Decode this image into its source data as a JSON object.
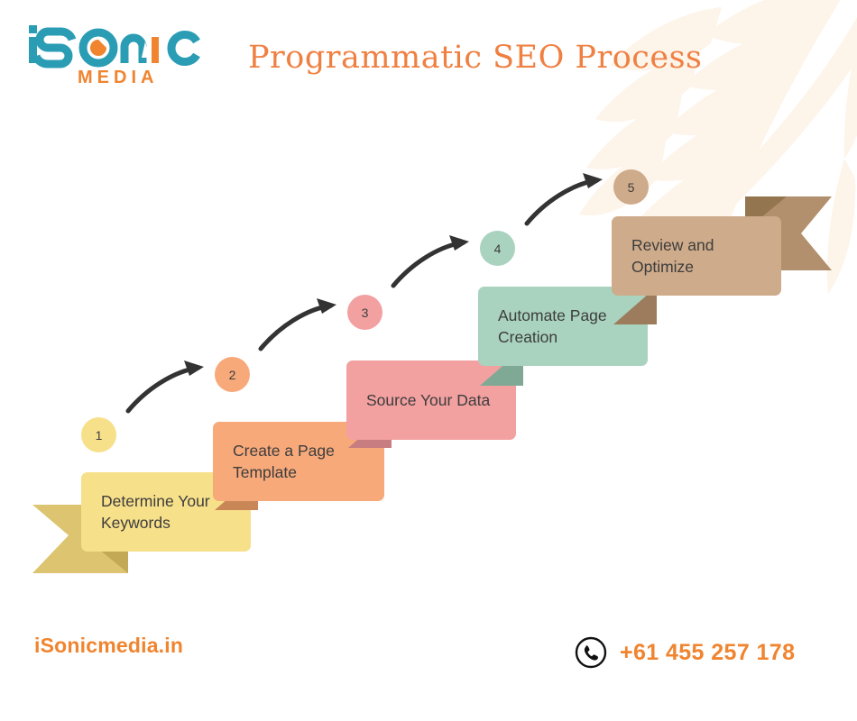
{
  "brand": {
    "logo_primary": "iS",
    "logo_primary_tail": "NIC",
    "logo_secondary": "MEDIA",
    "logo_teal": "#2a9db5",
    "logo_orange": "#f0842f"
  },
  "header": {
    "title": "Programmatic SEO Process",
    "title_color": "#ef8042"
  },
  "steps": [
    {
      "number": "1",
      "label": "Determine Your Keywords",
      "color": "#f7e08a",
      "fold_color": "#d9c268",
      "tail_color": "#ddc470",
      "tail_fold_color": "#c3a955"
    },
    {
      "number": "2",
      "label": "Create a Page Template",
      "color": "#f7a97a",
      "fold_color": "#c98656",
      "tail_color": "",
      "tail_fold_color": ""
    },
    {
      "number": "3",
      "label": "Source Your Data",
      "color": "#f2a0a0",
      "fold_color": "#c87d80",
      "tail_color": "",
      "tail_fold_color": ""
    },
    {
      "number": "4",
      "label": "Automate Page Creation",
      "color": "#a9d3bf",
      "fold_color": "#7fa994",
      "tail_color": "",
      "tail_fold_color": ""
    },
    {
      "number": "5",
      "label": "Review and Optimize",
      "color": "#ceab8a",
      "fold_color": "#9c7c5c",
      "tail_color": "#b2906d",
      "tail_fold_color": "#937550"
    }
  ],
  "arrows": {
    "count": 4,
    "color": "#333333",
    "icon": "curved-arrow-icon"
  },
  "footer": {
    "website": "iSonicmedia.in",
    "phone": "+61 455 257 178",
    "phone_icon": "phone-icon",
    "accent_color": "#f0842f"
  }
}
